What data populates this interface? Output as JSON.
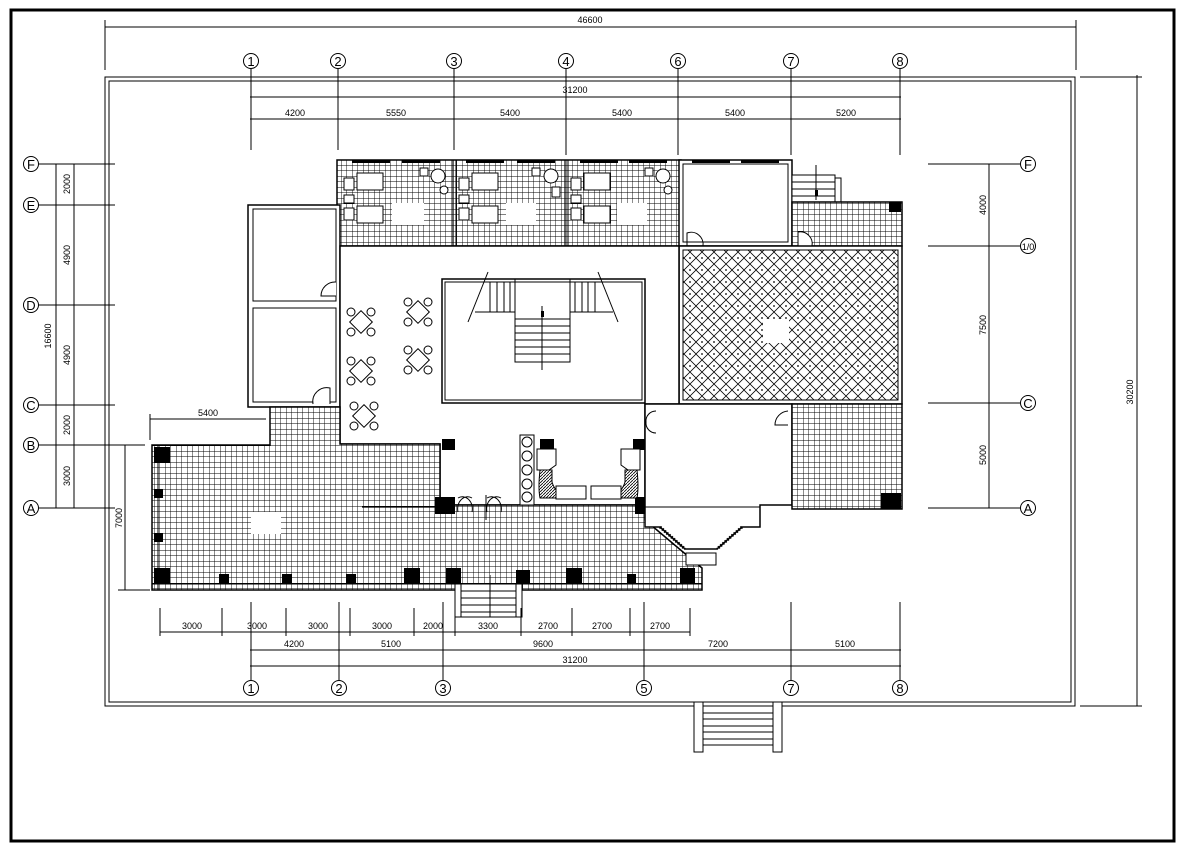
{
  "drawing": {
    "type": "architectural-floor-plan",
    "frame_color": "#000000",
    "background": "#ffffff"
  },
  "top_dimensions": {
    "overall": "46600",
    "axes_total": "31200",
    "segments": [
      "4200",
      "5550",
      "5400",
      "5400",
      "5400",
      "5200"
    ],
    "axis_labels": [
      "1",
      "2",
      "3",
      "4",
      "6",
      "7",
      "8"
    ]
  },
  "bottom_dimensions": {
    "column_bays": [
      "3000",
      "3000",
      "3000",
      "3000",
      "2000",
      "3300",
      "2700",
      "2700",
      "2700"
    ],
    "axis_segments": [
      "4200",
      "5100",
      "9600",
      "7200",
      "5100"
    ],
    "axes_total": "31200",
    "axis_labels": [
      "1",
      "2",
      "3",
      "5",
      "7",
      "8"
    ]
  },
  "left_dimensions": {
    "axis_labels": [
      "F",
      "E",
      "D",
      "C",
      "B",
      "A"
    ],
    "segments": [
      "2000",
      "4900",
      "4900",
      "2000",
      "3000"
    ],
    "total": "16600",
    "terrace_depth": "7000",
    "terrace_width": "5400"
  },
  "right_dimensions": {
    "axis_labels": [
      "F",
      "1/0",
      "C",
      "A"
    ],
    "segments": [
      "4000",
      "7500",
      "5000"
    ],
    "overall": "30200"
  }
}
